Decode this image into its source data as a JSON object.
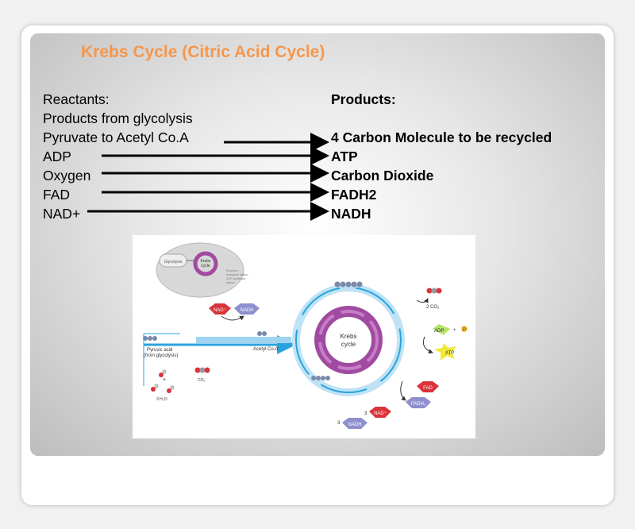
{
  "title": "Krebs Cycle (Citric Acid Cycle)",
  "reactants": {
    "header": "Reactants:",
    "items": [
      "Products from glycolysis",
      "Pyruvate to Acetyl Co.A",
      "ADP",
      "Oxygen",
      "FAD",
      "NAD+"
    ]
  },
  "products": {
    "header": "Products:",
    "items": [
      "4 Carbon Molecule to be recycled",
      "ATP",
      "Carbon Dioxide",
      "FADH2",
      "NADH"
    ]
  },
  "figure": {
    "glycolysis": "Glycolysis",
    "krebs_small": [
      "Krebs",
      "cycle"
    ],
    "etc": [
      "Electron",
      "transport chain/",
      "ATP synthase",
      "action"
    ],
    "nad_plus": "NAD⁺",
    "nadh": "NADH",
    "pyruvic_acid": [
      "Pyruvic acid",
      "(from glycolysis)"
    ],
    "acetyl_coa": "Acetyl Co.A",
    "co2": "CO₂",
    "h2o": "3 H₂O",
    "krebs_center": [
      "Krebs",
      "cycle"
    ],
    "two_co2": "2 CO₂",
    "adp": "ADP",
    "p": "P",
    "atp": "ATP",
    "fad": "FAD",
    "fadh2": "FADH₂",
    "three_nad": "NAD⁺",
    "three_nadh": "NADH",
    "num3a": "3",
    "num3b": "3",
    "plus": "+"
  }
}
